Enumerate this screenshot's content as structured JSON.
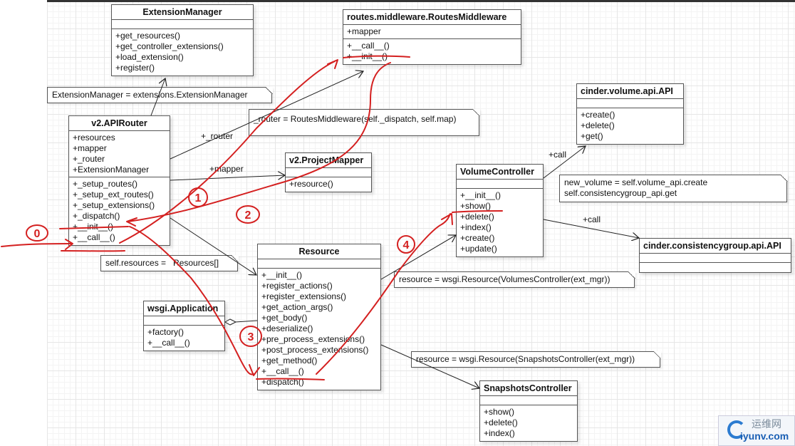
{
  "classes": {
    "extension_manager": {
      "name": "ExtensionManager",
      "attributes": [],
      "operations": [
        "+get_resources()",
        "+get_controller_extensions()",
        "+load_extension()",
        "+register()"
      ]
    },
    "routes_middleware": {
      "name": "routes.middleware.RoutesMiddleware",
      "attributes": [
        "+mapper"
      ],
      "operations": [
        "+__call__()",
        "+__init__()"
      ]
    },
    "api_router": {
      "name": "v2.APIRouter",
      "attributes": [
        "+resources",
        "+mapper",
        "+_router",
        "+ExtensionManager"
      ],
      "operations": [
        "+_setup_routes()",
        "+_setup_ext_routes()",
        "+_setup_extensions()",
        "+_dispatch()",
        "+__init__()",
        "+__call__()"
      ]
    },
    "project_mapper": {
      "name": "v2.ProjectMapper",
      "attributes": [],
      "operations": [
        "+resource()"
      ]
    },
    "volume_controller": {
      "name": "VolumeController",
      "attributes": [],
      "operations": [
        "+__init__()",
        "+show()",
        "+delete()",
        "+index()",
        "+create()",
        "+update()"
      ]
    },
    "volume_api": {
      "name": "cinder.volume.api.API",
      "attributes": [],
      "operations": [
        "+create()",
        "+delete()",
        "+get()"
      ]
    },
    "consistencygroup_api": {
      "name": "cinder.consistencygroup.api.API",
      "attributes": [],
      "operations": []
    },
    "resource": {
      "name": "Resource",
      "attributes": [],
      "operations": [
        "+__init__()",
        "+register_actions()",
        "+register_extensions()",
        "+get_action_args()",
        "+get_body()",
        "+deserialize()",
        "+pre_process_extensions()",
        "+post_process_extensions()",
        "+get_method()",
        "+__call__()",
        "+dispatch()"
      ]
    },
    "wsgi_application": {
      "name": "wsgi.Application",
      "attributes": [],
      "operations": [
        "+factory()",
        "+__call__()"
      ]
    },
    "snapshots_controller": {
      "name": "SnapshotsController",
      "attributes": [],
      "operations": [
        "+show()",
        "+delete()",
        "+index()"
      ]
    }
  },
  "notes": {
    "extension_manager_note": "ExtensionManager = extensions.ExtensionManager",
    "router_note": "_router = RoutesMiddleware(self._dispatch, self.map)",
    "resources_note": "self.resources =   Resources[]",
    "volume_api_note": "new_volume = self.volume_api.create\nself.consistencygroup_api.get",
    "volumes_resource_note": "resource = wsgi.Resource(VolumesController(ext_mgr))",
    "snapshots_resource_note": "resource = wsgi.Resource(SnapshotsController(ext_mgr))"
  },
  "association_labels": {
    "router": "+_router",
    "mapper": "+mapper",
    "call_volume_api": "+call",
    "call_consistencygroup_api": "+call"
  },
  "annotations": {
    "step_0": "0",
    "step_1": "1",
    "step_2": "2",
    "step_3": "3",
    "step_4": "4",
    "ink_color": "#d42020"
  },
  "watermark": {
    "cn": "运维网",
    "en": "iyunv.com"
  }
}
